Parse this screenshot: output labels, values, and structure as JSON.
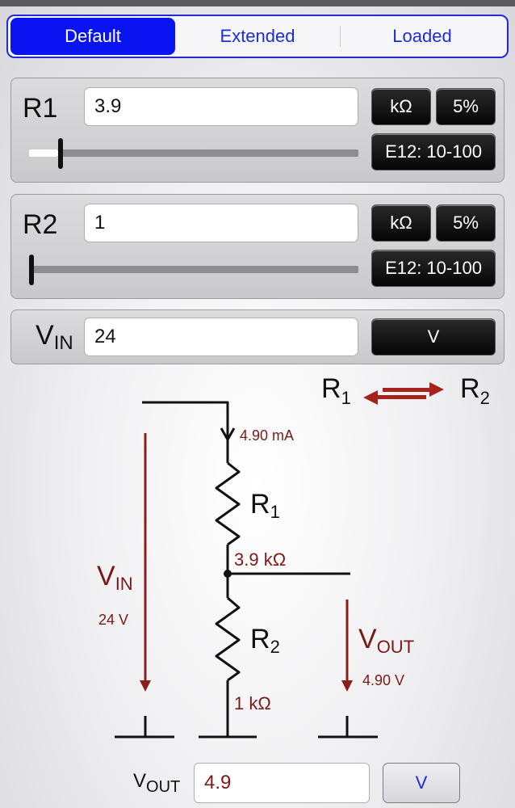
{
  "tabs": [
    {
      "label": "Default",
      "active": true
    },
    {
      "label": "Extended",
      "active": false
    },
    {
      "label": "Loaded",
      "active": false
    }
  ],
  "r1": {
    "label": "R1",
    "value": "3.9",
    "unit": "kΩ",
    "tolerance": "5%",
    "series": "E12: 10-100",
    "slider_fraction": 0.09
  },
  "r2": {
    "label": "R2",
    "value": "1",
    "unit": "kΩ",
    "tolerance": "5%",
    "series": "E12: 10-100",
    "slider_fraction": 0.0
  },
  "vin": {
    "label_main": "V",
    "label_sub": "IN",
    "value": "24",
    "unit": "V"
  },
  "swap": {
    "left_main": "R",
    "left_sub": "1",
    "right_main": "R",
    "right_sub": "2"
  },
  "circuit": {
    "current": "4.90 mA",
    "r1_main": "R",
    "r1_sub": "1",
    "r1_value": "3.9 kΩ",
    "r2_main": "R",
    "r2_sub": "2",
    "r2_value": "1 kΩ",
    "vin_main": "V",
    "vin_sub": "IN",
    "vin_value": "24 V",
    "vout_main": "V",
    "vout_sub": "OUT",
    "vout_value": "4.90 V",
    "accent_color": "#7a1a16"
  },
  "result": {
    "label_main": "V",
    "label_sub": "OUT",
    "value": "4.9",
    "unit": "V"
  },
  "colors": {
    "tint": "#0a14f0",
    "circuit_text": "#7a1a16"
  }
}
